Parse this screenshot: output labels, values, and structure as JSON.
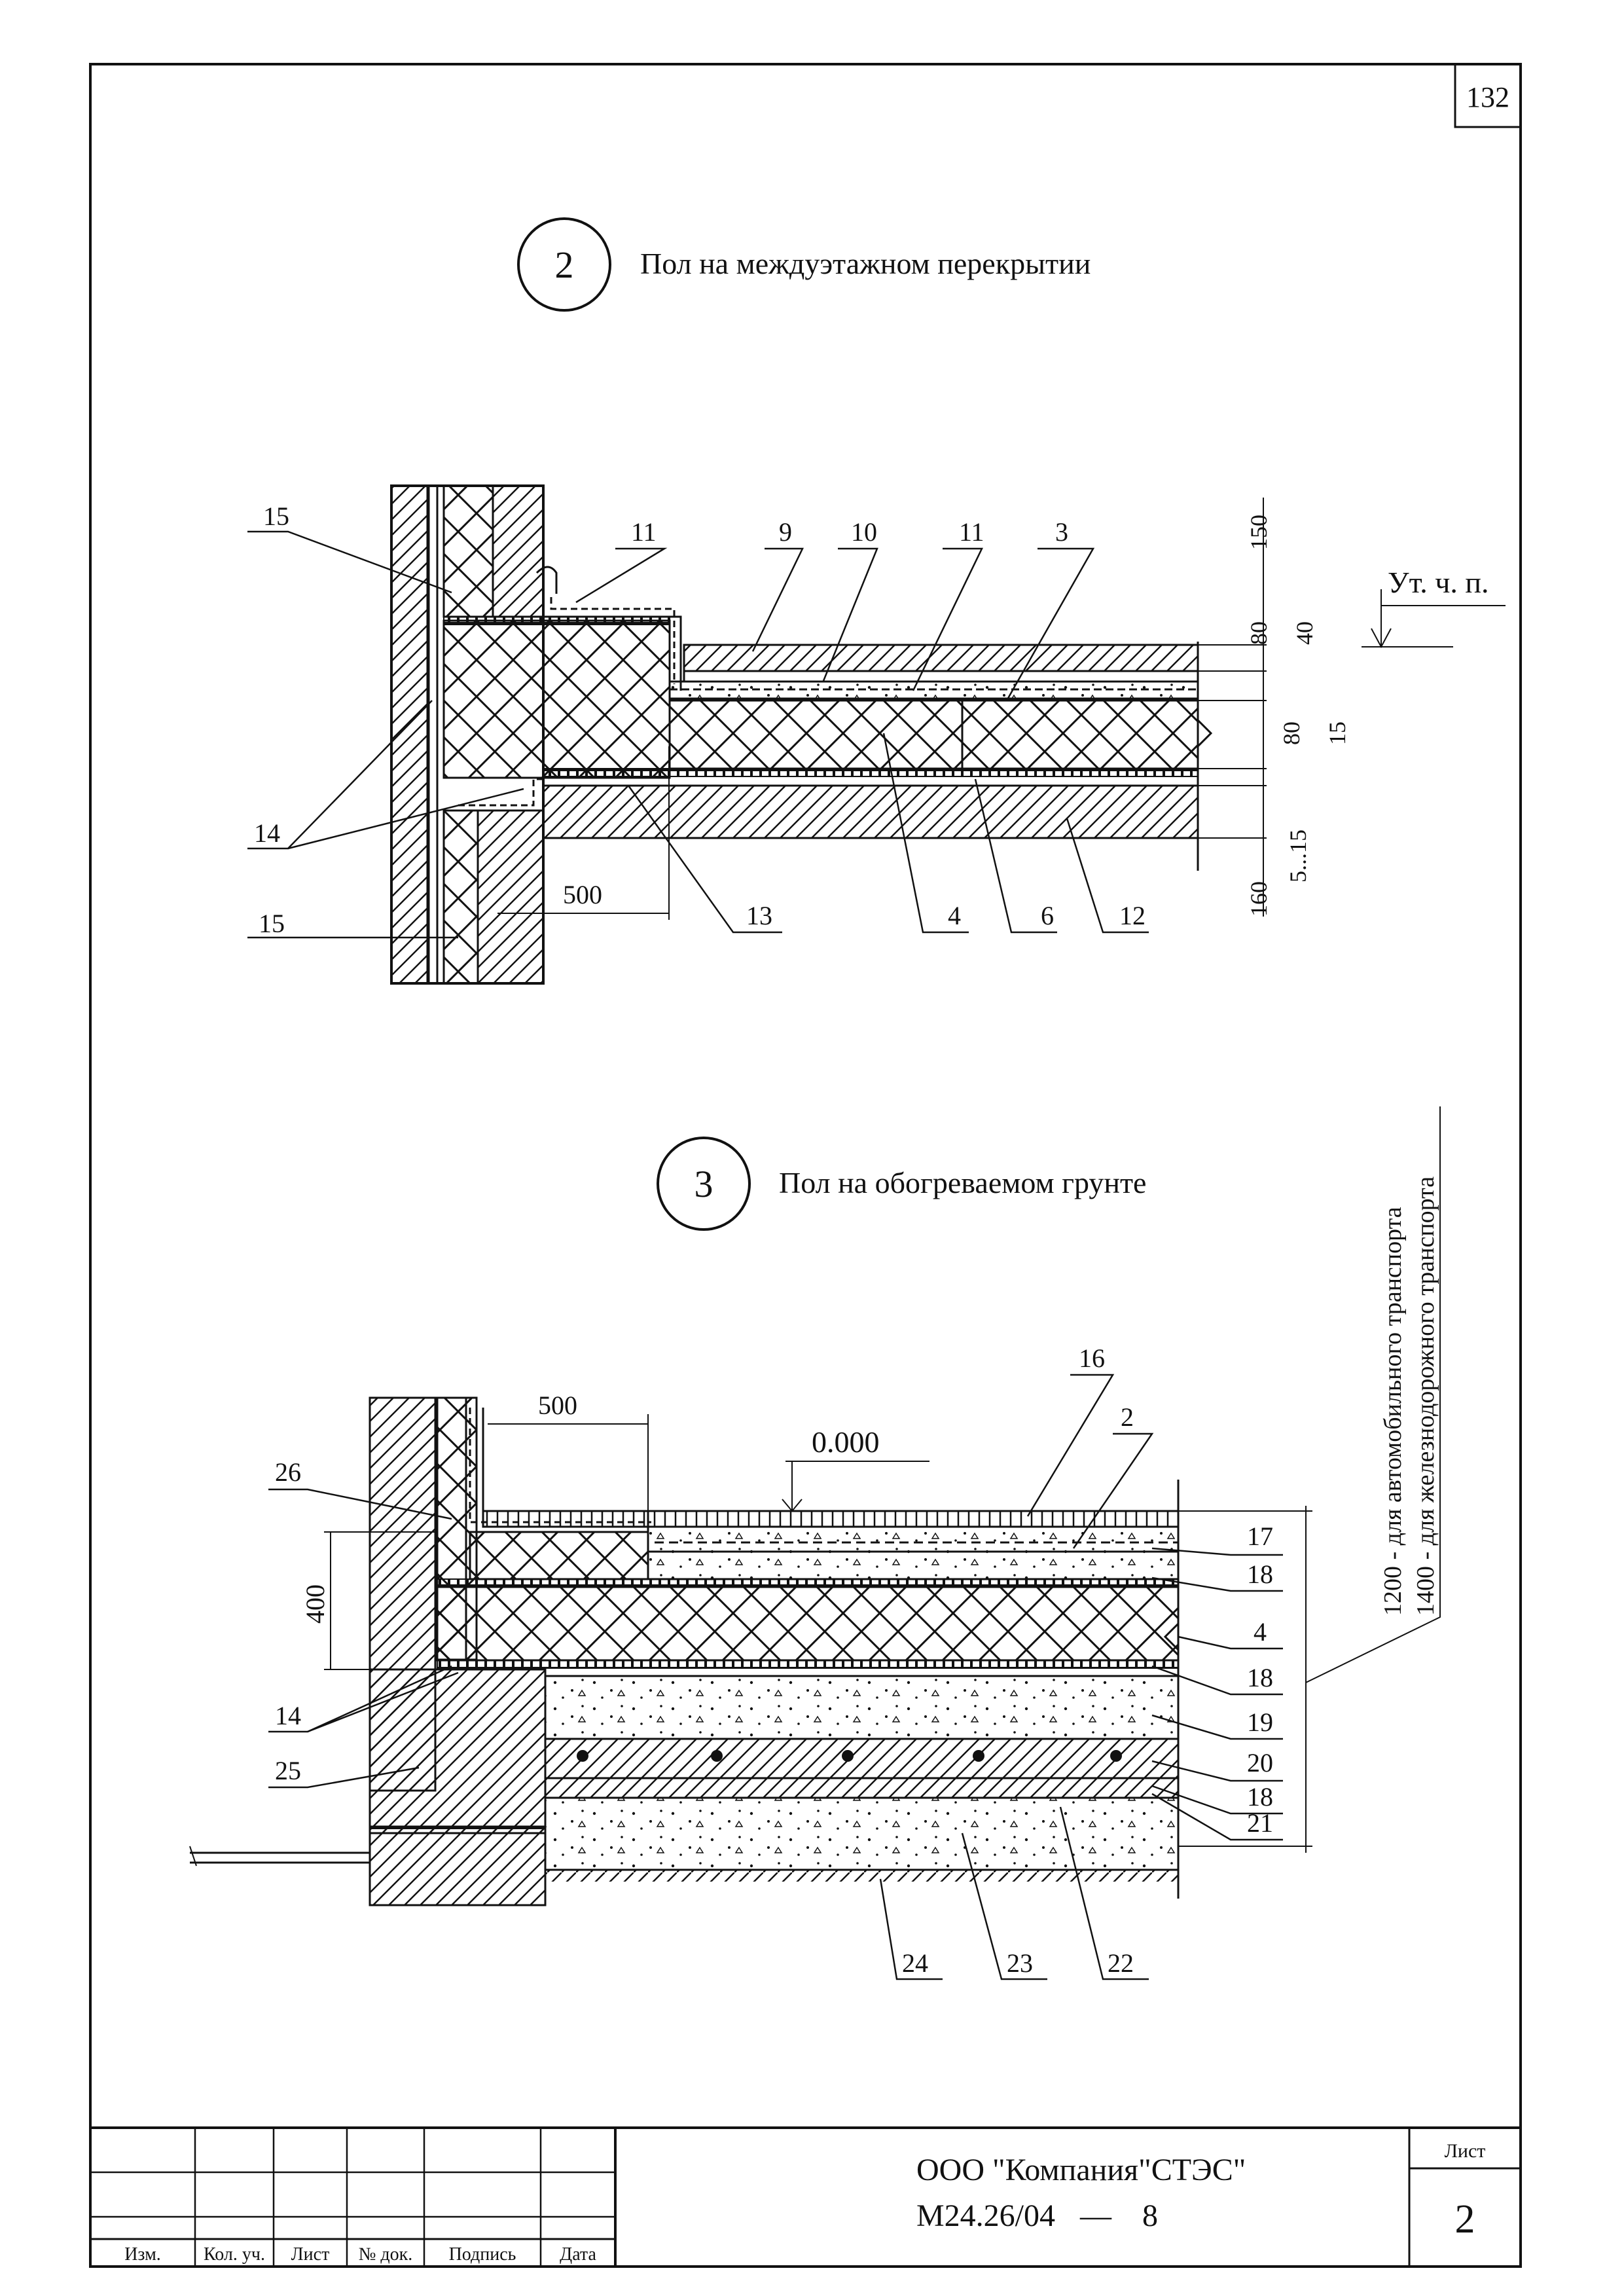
{
  "sheet": {
    "corner_number": "132",
    "sheet_label": "Лист",
    "sheet_number": "2"
  },
  "detail2": {
    "number": "2",
    "title": "Пол на междуэтажном перекрытии",
    "callouts": [
      "15",
      "11",
      "9",
      "10",
      "11",
      "3",
      "14",
      "15",
      "13",
      "4",
      "6",
      "12"
    ],
    "dim_500": "500",
    "dims_right": [
      "150",
      "80",
      "40",
      "80",
      "15",
      "5...15",
      "160"
    ],
    "level_label": "Ут. ч. п."
  },
  "detail3": {
    "number": "3",
    "title": "Пол на обогреваемом грунте",
    "callouts": [
      "16",
      "2",
      "26",
      "17",
      "18",
      "4",
      "18",
      "19",
      "20",
      "18",
      "21",
      "14",
      "25",
      "24",
      "23",
      "22"
    ],
    "dim_500": "500",
    "dim_400": "400",
    "level_mark": "0.000",
    "depth_note_1": "1200 - для автомобильного транспорта",
    "depth_note_2": "1400 - для железнодорожного транспорта"
  },
  "title_block": {
    "columns": [
      "Изм.",
      "Кол. уч.",
      "Лист",
      "№ док.",
      "Подпись",
      "Дата"
    ],
    "company": "ООО \"Компания\"СТЭС\"",
    "code": "М24.26/04",
    "code_sep": "—",
    "code_sheet": "8"
  }
}
